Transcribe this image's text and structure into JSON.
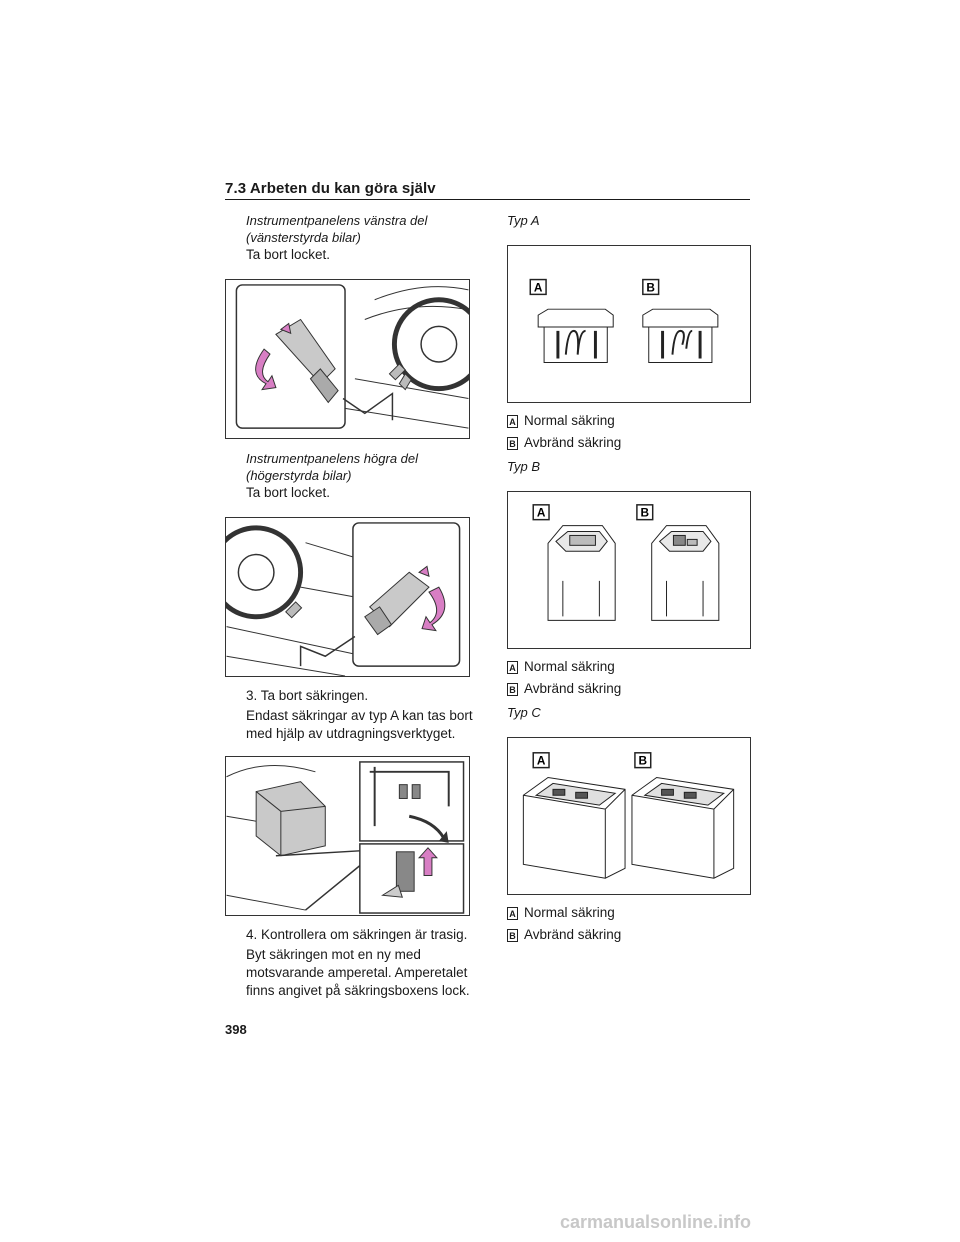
{
  "header": {
    "section": "7.3 Arbeten du kan göra själv"
  },
  "left": {
    "sub1": [
      "Instrumentpanelens vänstra del",
      "(vänsterstyrda bilar)"
    ],
    "line1": "Ta bort locket.",
    "sub2": [
      "Instrumentpanelens högra del",
      "(högerstyrda bilar)"
    ],
    "line2": "Ta bort locket.",
    "step3": {
      "num": "3.",
      "title": "Ta bort säkringen.",
      "body": [
        "Endast säkringar av typ A kan tas bort",
        "med hjälp av utdragningsverktyget."
      ]
    },
    "step4": {
      "num": "4.",
      "title": "Kontrollera om säkringen är trasig.",
      "body": [
        "Byt säkringen mot en ny med",
        "motsvarande amperetal. Amperetalet",
        "finns angivet på säkringsboxens lock."
      ]
    }
  },
  "right": {
    "typeA": "Typ A",
    "typeB": "Typ B",
    "typeC": "Typ C",
    "labelA": "A",
    "labelB": "B",
    "legendA": "Normal säkring",
    "legendB": "Avbränd säkring"
  },
  "footer": {
    "page": "398"
  },
  "watermark": "carmanualsonline.info",
  "colors": {
    "arrow": "#d87ec4",
    "line": "#333333"
  }
}
